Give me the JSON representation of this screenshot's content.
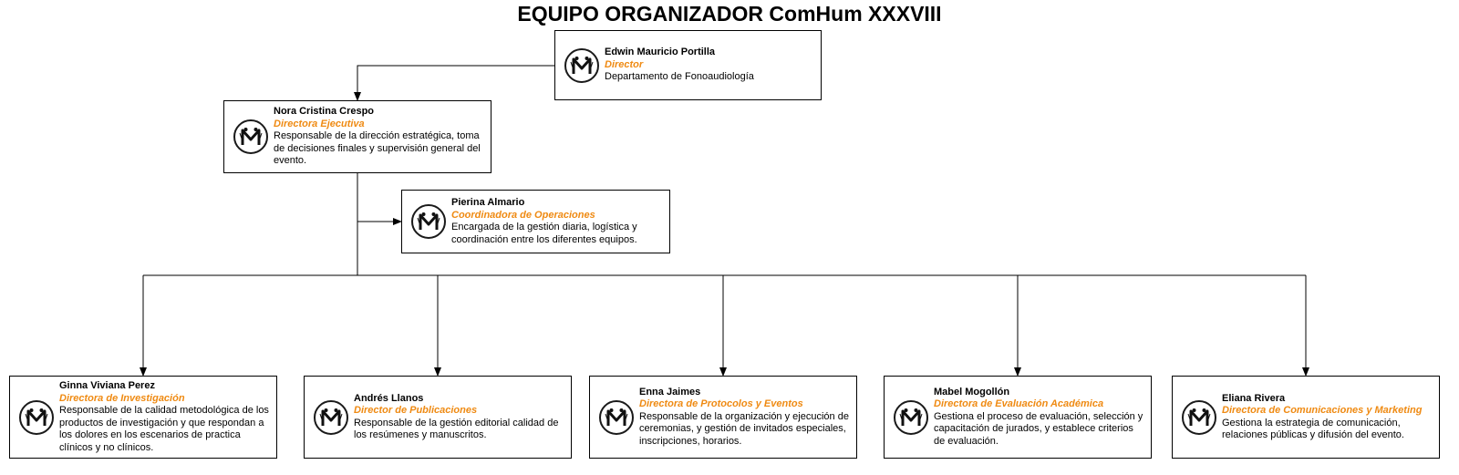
{
  "title": "EQUIPO ORGANIZADOR ComHum XXXVIII",
  "colors": {
    "role": "#ef8a12",
    "line": "#000000"
  },
  "logo_icon": "team-logo-icon",
  "nodes": {
    "director": {
      "name": "Edwin Mauricio Portilla",
      "role": "Director",
      "desc": "Departamento de Fonoaudiología"
    },
    "ejecutiva": {
      "name": "Nora Cristina Crespo",
      "role": "Directora Ejecutiva",
      "desc": "Responsable de la dirección estratégica, toma de decisiones finales y supervisión general del evento."
    },
    "operaciones": {
      "name": "Pierina Almario",
      "role": "Coordinadora de Operaciones",
      "desc": "Encargada de la gestión diaria, logística y coordinación entre los diferentes equipos."
    },
    "investigacion": {
      "name": "Ginna Viviana Perez",
      "role": "Directora de Investigación",
      "desc": "Responsable de la calidad metodológica de los productos de investigación y que respondan a los dolores en los escenarios de practica clínicos y no clínicos."
    },
    "publicaciones": {
      "name": "Andrés Llanos",
      "role": "Director de Publicaciones",
      "desc": "Responsable de la gestión editorial calidad de los resúmenes y manuscritos."
    },
    "protocolos": {
      "name": "Enna Jaimes",
      "role": "Directora de Protocolos y Eventos",
      "desc": "Responsable de la organización y ejecución de ceremonias, y gestión de invitados especiales, inscripciones, horarios."
    },
    "evaluacion": {
      "name": "Mabel Mogollón",
      "role": "Directora de Evaluación Académica",
      "desc": "Gestiona el proceso de evaluación, selección y capacitación de jurados, y establece criterios de evaluación."
    },
    "comunicaciones": {
      "name": "Eliana Rivera",
      "role": "Directora de Comunicaciones y Marketing",
      "desc": "Gestiona la estrategia de comunicación, relaciones públicas y difusión del evento."
    }
  }
}
